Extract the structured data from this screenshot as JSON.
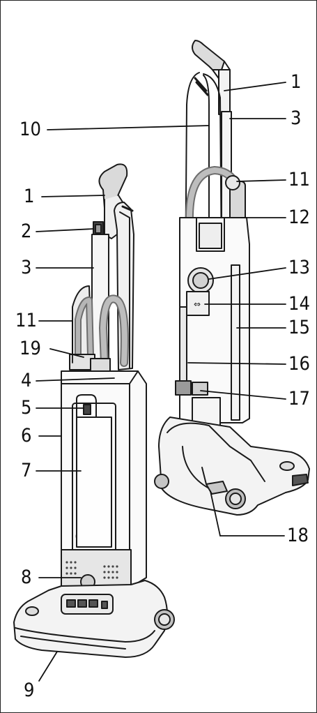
{
  "figure": {
    "callouts": [
      {
        "id": "c1a",
        "text": "1"
      },
      {
        "id": "c3a",
        "text": "3"
      },
      {
        "id": "c10",
        "text": "10"
      },
      {
        "id": "c11a",
        "text": "11"
      },
      {
        "id": "c12",
        "text": "12"
      },
      {
        "id": "c13",
        "text": "13"
      },
      {
        "id": "c14",
        "text": "14"
      },
      {
        "id": "c15",
        "text": "15"
      },
      {
        "id": "c16",
        "text": "16"
      },
      {
        "id": "c17",
        "text": "17"
      },
      {
        "id": "c18",
        "text": "18"
      },
      {
        "id": "c1b",
        "text": "1"
      },
      {
        "id": "c2",
        "text": "2"
      },
      {
        "id": "c3b",
        "text": "3"
      },
      {
        "id": "c11b",
        "text": "11"
      },
      {
        "id": "c19",
        "text": "19"
      },
      {
        "id": "c4",
        "text": "4"
      },
      {
        "id": "c5",
        "text": "5"
      },
      {
        "id": "c6",
        "text": "6"
      },
      {
        "id": "c7",
        "text": "7"
      },
      {
        "id": "c8",
        "text": "8"
      },
      {
        "id": "c9",
        "text": "9"
      }
    ]
  }
}
